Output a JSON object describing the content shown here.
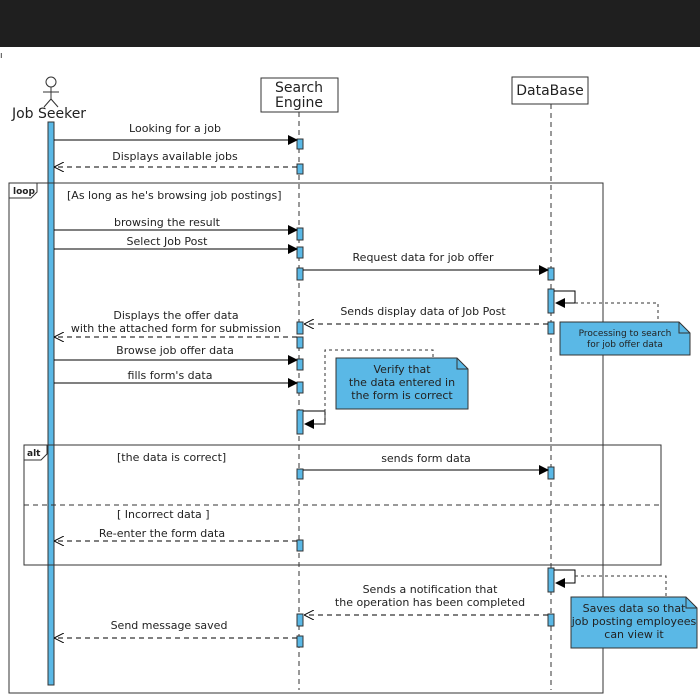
{
  "colors": {
    "accent": "#5ab8e6",
    "note_fill": "#5ab8e6",
    "dark": "#1f1f1f"
  },
  "participants": {
    "job_seeker": "Job Seeker",
    "search_engine": [
      "Search",
      "Engine"
    ],
    "database": "DataBase"
  },
  "fragments": {
    "loop": {
      "tag": "loop",
      "guard": "[As long as he's browsing job postings]"
    },
    "alt": {
      "tag": "alt",
      "guard1": "[the data is correct]",
      "guard2": "[ Incorrect data ]"
    }
  },
  "messages": {
    "m1": "Looking for a job",
    "m2": "Displays available jobs",
    "m3": "browsing the result",
    "m4": "Select Job Post",
    "m5": "Request data for job offer",
    "m6": "Sends display data of Job Post",
    "m7": [
      "Displays the offer data",
      "with the attached form for submission"
    ],
    "m8": "Browse job offer data",
    "m9": "fills form's data",
    "m10": "sends form data",
    "m11": "Re-enter the form data",
    "m12": [
      "Sends a notification that",
      "the operation has been completed"
    ],
    "m13": "Send message saved"
  },
  "notes": {
    "n1": [
      "Processing to search",
      "for job offer data"
    ],
    "n2": [
      "Verify that",
      "the data entered in",
      "the form is correct"
    ],
    "n3": [
      "Saves data so that",
      "job posting employees",
      "can view it"
    ]
  }
}
